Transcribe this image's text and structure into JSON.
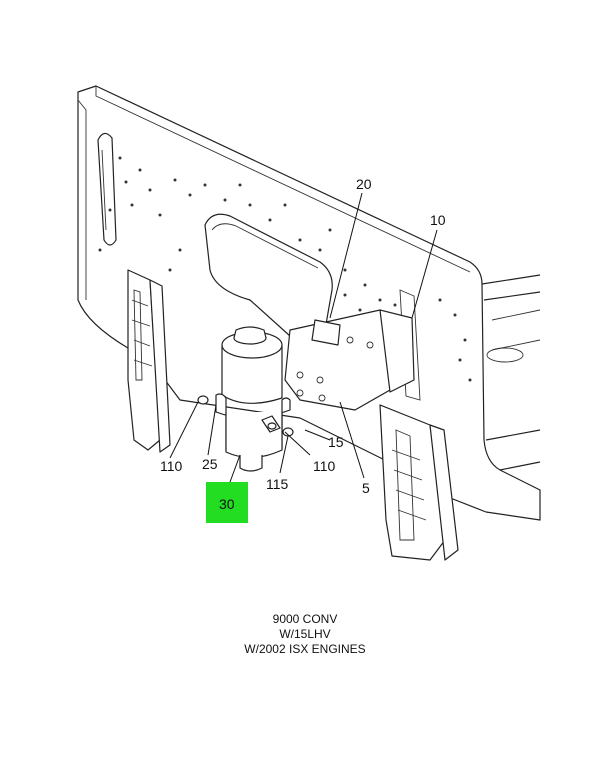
{
  "callouts": {
    "c20": "20",
    "c10": "10",
    "c15": "15",
    "c110a": "110",
    "c25": "25",
    "c110b": "110",
    "c115": "115",
    "c5": "5",
    "c30": "30"
  },
  "highlight_color": "#22dd22",
  "caption": {
    "line1": "9000 CONV",
    "line2": "W/15LHV",
    "line3": "W/2002 ISX ENGINES"
  }
}
